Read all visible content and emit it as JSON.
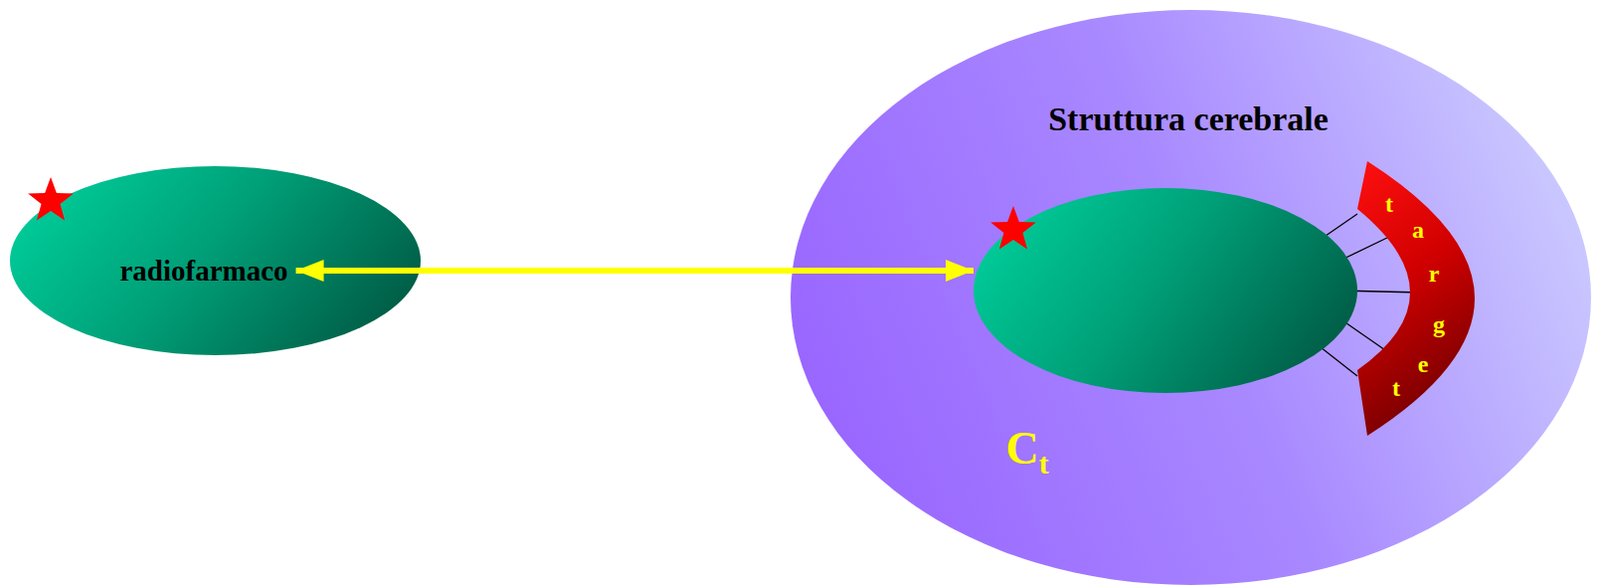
{
  "diagram": {
    "nodes": [
      {
        "text": [
          "radiofarmaco"
        ]
      },
      {
        "text": [
          "Struttura cerebrale",
          "Ct"
        ]
      },
      {
        "text": [
          "target"
        ],
        "in": 1
      }
    ],
    "edges": [
      {
        "from": 0,
        "to": 1,
        "arrow": "both"
      }
    ]
  }
}
